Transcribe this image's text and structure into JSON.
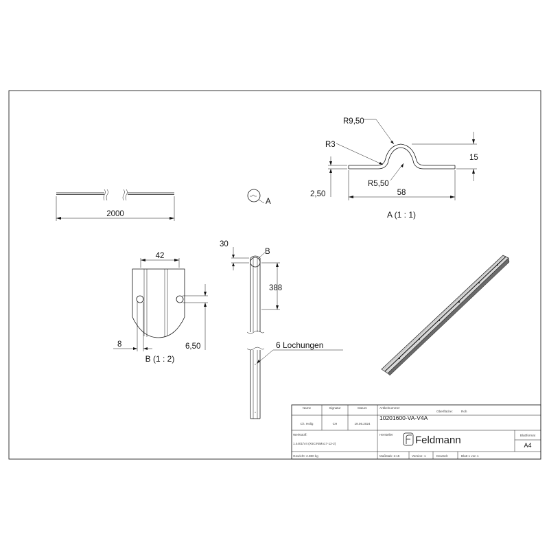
{
  "views": {
    "full_length": {
      "length": "2000"
    },
    "detail_a": {
      "caption": "A (1 : 1)",
      "radius_top": "R9,50",
      "radius_side": "R3",
      "radius_inner": "R5,50",
      "height": "15",
      "thickness": "2,50",
      "width": "58"
    },
    "section_marker": {
      "label": "A"
    },
    "detail_b": {
      "caption": "B (1 : 2)",
      "width": "42",
      "hole_offset": "8",
      "hole_diameter": "6,50"
    },
    "side_view": {
      "end_offset": "30",
      "pitch": "388",
      "marker": "B",
      "note": "6 Lochungen"
    }
  },
  "title_block": {
    "headers": {
      "name": "Name",
      "signature": "Signatur",
      "date": "Datum",
      "article_label": "Artikelnummer",
      "surface_label": "Oberfläche:",
      "surface_value": "Roh"
    },
    "row": {
      "name": "Ch. Hölig",
      "signature": "CH",
      "date": "19.06.2024"
    },
    "article_number": "10201600-VA-V4A",
    "material_label": "Werkstoff:",
    "material_value": "1.4401/V4 (X5CrNiMo17-12-2)",
    "manufacturer_label": "Hersteller",
    "brand": "Feldmann",
    "format_label": "Blattformat",
    "format_value": "A4",
    "weight": "Gewicht: 2.880 kg",
    "scale": "Maßstab: 1:15",
    "version": "Version: 1",
    "language": "Deutsch",
    "sheet": "Blatt 1 von 1"
  },
  "colors": {
    "line": "#111111",
    "brand": "#222222"
  }
}
